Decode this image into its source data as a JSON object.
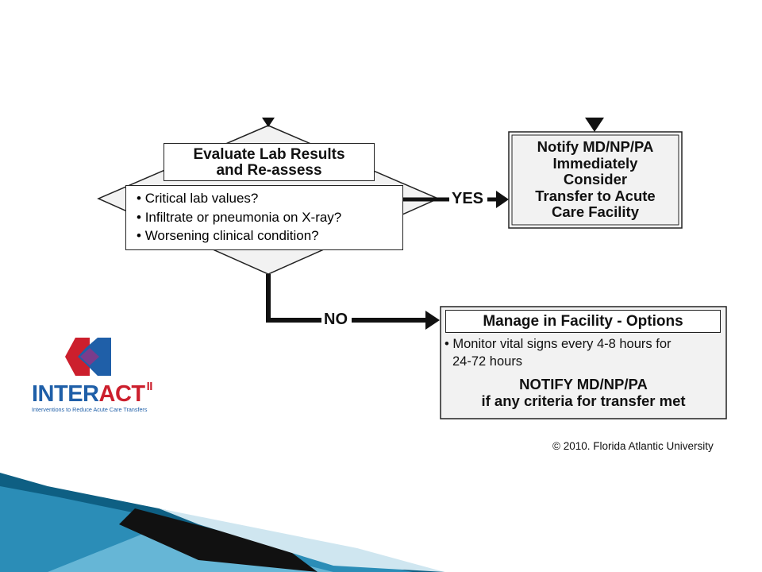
{
  "evaluate": {
    "title_line1": "Evaluate Lab Results",
    "title_line2": "and Re-assess",
    "criteria": [
      "Critical lab values?",
      "Infiltrate or pneumonia on X-ray?",
      "Worsening clinical condition?"
    ]
  },
  "yes_label": "YES",
  "no_label": "NO",
  "notify_box": {
    "lines": [
      "Notify MD/NP/PA",
      "Immediately",
      "Consider",
      "Transfer to Acute",
      "Care Facility"
    ]
  },
  "manage_box": {
    "title": "Manage in Facility - Options",
    "bullet_line1": "Monitor vital signs every 4-8 hours for",
    "bullet_line2": "24-72 hours",
    "notify_line1": "NOTIFY MD/NP/PA",
    "notify_line2": "if any criteria for transfer met"
  },
  "logo": {
    "word_part1": "INTER",
    "word_part2": "ACT",
    "superscript": "II",
    "tagline": "Interventions to Reduce Acute Care Transfers",
    "colors": {
      "red": "#cc1f2d",
      "blue": "#1f5fa8",
      "purple": "#7a3c8c"
    }
  },
  "copyright": "© 2010. Florida Atlantic University",
  "colors": {
    "line": "#111111",
    "box_fill": "#f2f2f2",
    "ribbon_dark": "#0e5f83",
    "ribbon_light": "#66b6d6"
  }
}
